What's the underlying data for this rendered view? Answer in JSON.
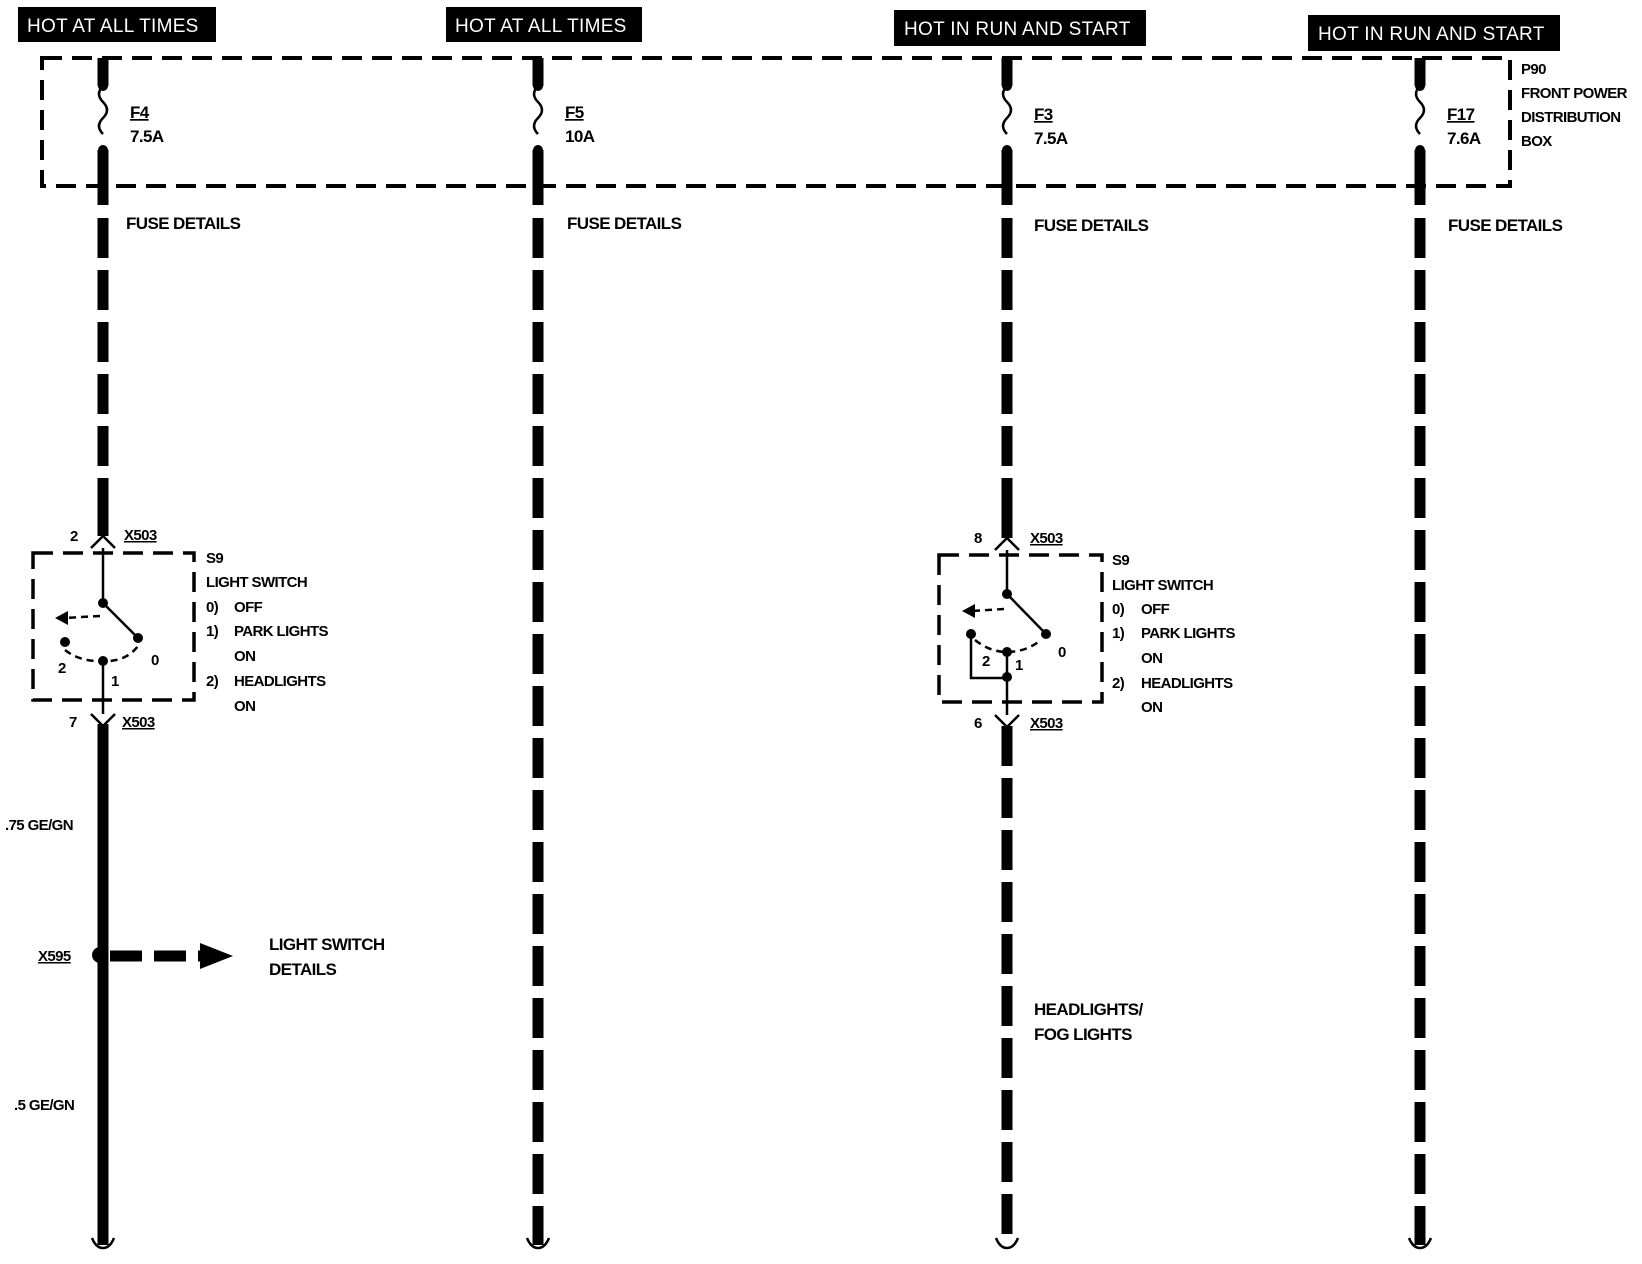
{
  "headers": [
    "HOT AT ALL TIMES",
    "HOT AT ALL TIMES",
    "HOT IN RUN AND START",
    "HOT IN RUN AND START"
  ],
  "fuses": [
    {
      "id": "F4",
      "rating": "7.5A"
    },
    {
      "id": "F5",
      "rating": "10A"
    },
    {
      "id": "F3",
      "rating": "7.5A"
    },
    {
      "id": "F17",
      "rating": "7.6A"
    }
  ],
  "fuse_details": "FUSE DETAILS",
  "distribution_box": {
    "id": "P90",
    "line1": "FRONT POWER",
    "line2": "DISTRIBUTION",
    "line3": "BOX"
  },
  "switch1": {
    "connector_top": "X503",
    "pin_top": "2",
    "connector_bottom": "X503",
    "pin_bottom": "7",
    "pos2": "2",
    "pos1": "1",
    "pos0": "0"
  },
  "switch2": {
    "connector_top": "X503",
    "pin_top": "8",
    "connector_bottom": "X503",
    "pin_bottom": "6",
    "pos2": "2",
    "pos1": "1",
    "pos0": "0"
  },
  "switch_desc": {
    "id": "S9",
    "name": "LIGHT SWITCH",
    "opt0_num": "0)",
    "opt0_text": "OFF",
    "opt1_num": "1)",
    "opt1_text": "PARK LIGHTS",
    "opt1_text2": "ON",
    "opt2_num": "2)",
    "opt2_text": "HEADLIGHTS",
    "opt2_text2": "ON"
  },
  "wire1_upper": ".75 GE/GN",
  "wire1_lower": ".5 GE/GN",
  "splice": "X595",
  "light_switch_details": {
    "line1": "LIGHT SWITCH",
    "line2": "DETAILS"
  },
  "headlights_ref": {
    "line1": "HEADLIGHTS/",
    "line2": "FOG LIGHTS"
  }
}
